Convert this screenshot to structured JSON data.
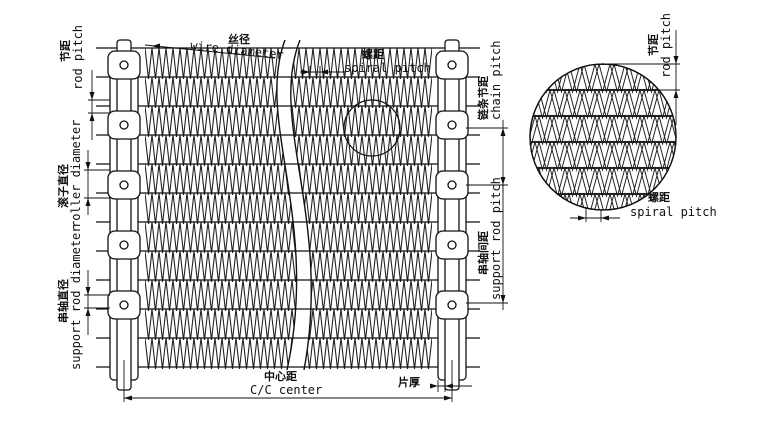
{
  "labels": {
    "wire_diameter_cn": "丝径",
    "wire_diameter_en": "wire diameter",
    "spiral_pitch_cn": "螺距",
    "spiral_pitch_en": "spiral pitch",
    "rod_pitch_cn": "节距",
    "rod_pitch_en": "rod pitch",
    "chain_pitch_cn": "链条节距",
    "chain_pitch_en": "chain pitch",
    "roller_diameter_cn": "滚子直径",
    "roller_diameter_en": "roller diameter",
    "support_rod_pitch_cn": "串轴间距",
    "support_rod_pitch_en": "support rod pitch",
    "support_rod_diameter_cn": "串轴直径",
    "support_rod_diameter_en": "support rod diameter",
    "cc_center_cn": "中心距",
    "cc_center_en": "C/C center",
    "plate_thickness_cn": "片厚",
    "detail_rod_pitch_cn": "节距",
    "detail_rod_pitch_en": "rod pitch",
    "detail_spiral_pitch_cn": "螺距",
    "detail_spiral_pitch_en": "spiral pitch"
  }
}
